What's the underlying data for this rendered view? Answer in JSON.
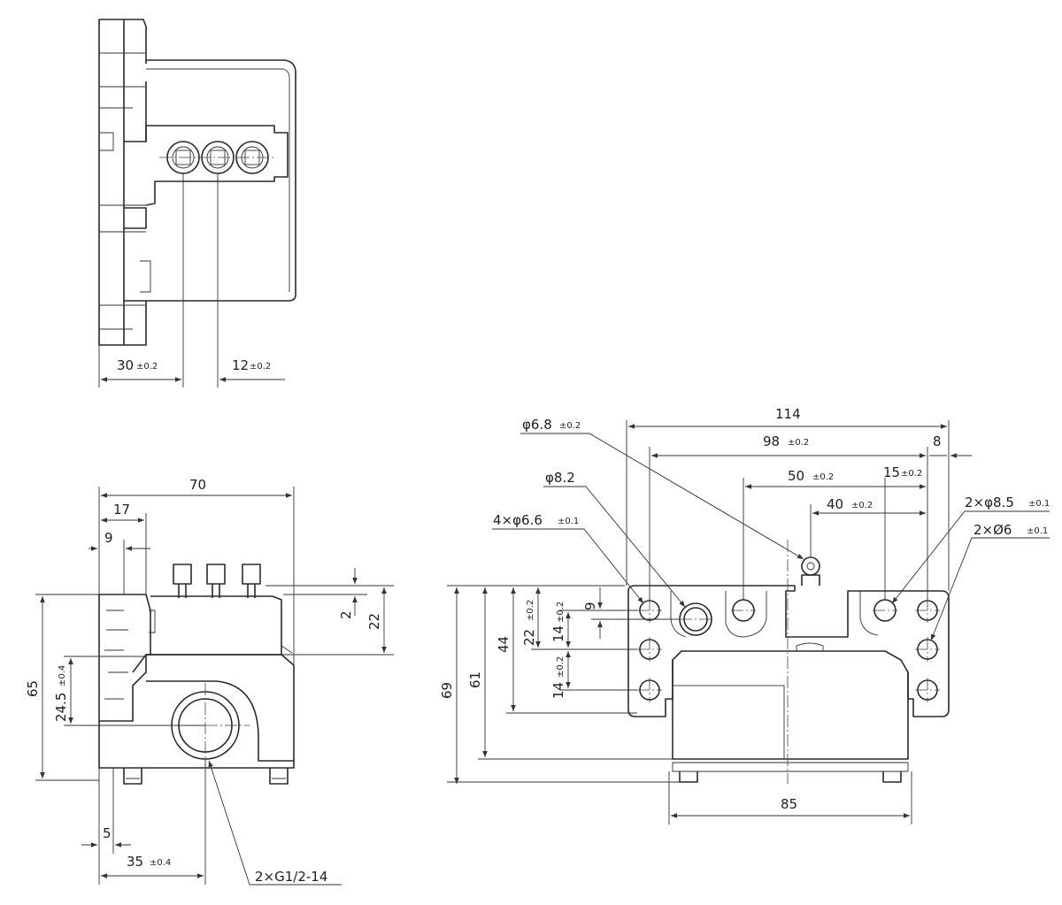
{
  "top_view": {
    "dims": {
      "d30": "30",
      "d30_tol": "±0.2",
      "d12": "12",
      "d12_tol": "±0.2"
    }
  },
  "side_view": {
    "dims": {
      "d70": "70",
      "d17": "17",
      "d9": "9",
      "d2": "2",
      "d22": "22",
      "d65": "65",
      "d24_5": "24.5",
      "d24_5_tol": "±0.4",
      "d5": "5",
      "d35": "35",
      "d35_tol": "±0.4"
    },
    "callouts": {
      "conduit": "2×G1/2-14"
    }
  },
  "front_view": {
    "dims": {
      "d114": "114",
      "d98": "98",
      "d98_tol": "±0.2",
      "d8": "8",
      "d50": "50",
      "d50_tol": "±0.2",
      "d15": "15",
      "d15_tol": "±0.2",
      "d40": "40",
      "d40_tol": "±0.2",
      "d69": "69",
      "d61": "61",
      "d44": "44",
      "d22": "22",
      "d22_tol": "±0.2",
      "d14a": "14",
      "d14a_tol": "±0.2",
      "d14b": "14",
      "d14b_tol": "±0.2",
      "d9": "9",
      "d85": "85"
    },
    "callouts": {
      "roller": "φ6.8",
      "roller_tol": "±0.2",
      "hole82": "φ8.2",
      "holes66": "4×φ6.6",
      "holes66_tol": "±0.1",
      "holes85": "2×φ8.5",
      "holes85_tol": "±0.1",
      "holes6": "2×Ø6",
      "holes6_tol": "±0.1"
    }
  }
}
